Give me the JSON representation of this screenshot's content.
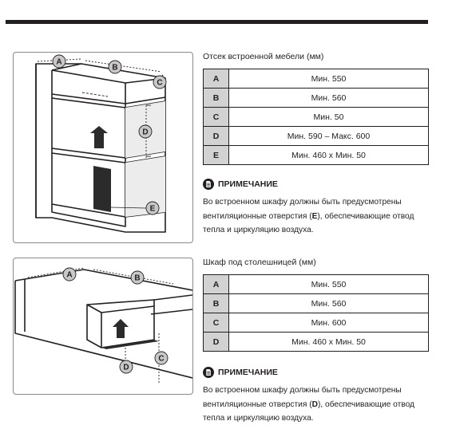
{
  "section1": {
    "title": "Отсек встроенной мебели (мм)",
    "rows": [
      {
        "key": "A",
        "value": "Мин. 550"
      },
      {
        "key": "B",
        "value": "Мин. 560"
      },
      {
        "key": "C",
        "value": "Мин. 50"
      },
      {
        "key": "D",
        "value": "Мин. 590 – Макс. 600"
      },
      {
        "key": "E",
        "value": "Мин. 460 x Мин. 50"
      }
    ],
    "note_title": "ПРИМЕЧАНИЕ",
    "note_before": "Во встроенном шкафу должны быть предусмотрены вентиляционные отверстия (",
    "note_key": "E",
    "note_after": "), обеспечивающие отвод тепла и циркуляцию воздуха.",
    "figure_labels": {
      "a": "A",
      "b": "B",
      "c": "C",
      "d": "D",
      "e": "E"
    }
  },
  "section2": {
    "title": "Шкаф под столешницей (мм)",
    "rows": [
      {
        "key": "A",
        "value": "Мин. 550"
      },
      {
        "key": "B",
        "value": "Мин. 560"
      },
      {
        "key": "C",
        "value": "Мин. 600"
      },
      {
        "key": "D",
        "value": "Мин. 460 x Мин. 50"
      }
    ],
    "note_title": "ПРИМЕЧАНИЕ",
    "note_before": "Во встроенном шкафу должны быть предусмотрены вентиляционные отверстия (",
    "note_key": "D",
    "note_after": "), обеспечивающие отвод тепла и циркуляцию воздуха.",
    "figure_labels": {
      "a": "A",
      "b": "B",
      "c": "C",
      "d": "D"
    }
  },
  "icons": {
    "note": "note-document-icon",
    "airflow": "airflow-arrow-icon"
  },
  "colors": {
    "text": "#231f20",
    "key_cell": "#d2d2d2",
    "label_badge": "#c8c8c8",
    "figure_border": "#8a8a8a"
  }
}
